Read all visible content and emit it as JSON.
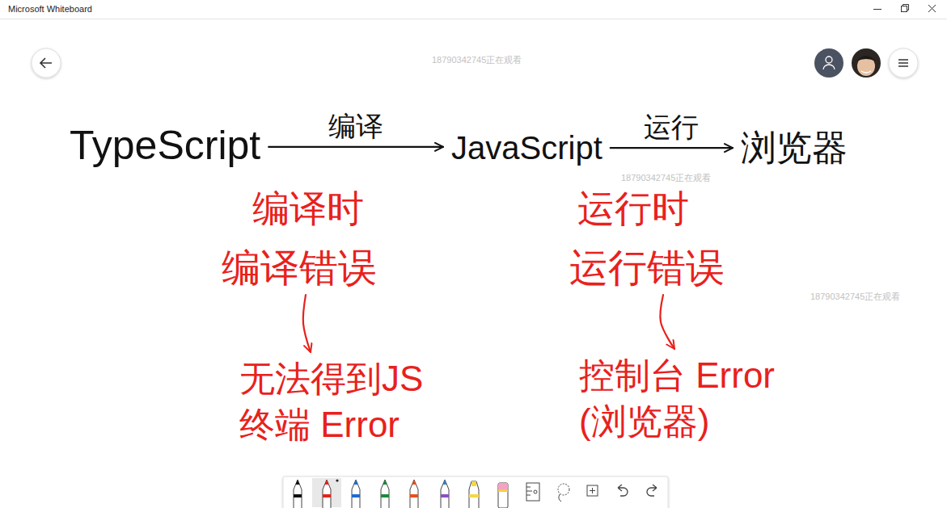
{
  "diagram": {
    "nodes": [
      {
        "text": [
          "TypeScript"
        ]
      },
      {
        "text": [
          "JavaScript"
        ]
      },
      {
        "text": [
          "浏览器"
        ]
      },
      {
        "text": [
          "编译时"
        ]
      },
      {
        "text": [
          "编译错误"
        ]
      },
      {
        "text": [
          "无法得到JS 终端 Error"
        ]
      },
      {
        "text": [
          "运行时"
        ]
      },
      {
        "text": [
          "运行错误"
        ]
      },
      {
        "text": [
          "控制台 Error (浏览器)"
        ]
      }
    ],
    "edges": [
      {
        "from": 0,
        "to": 1,
        "arrow": "to",
        "label": "编译"
      },
      {
        "from": 1,
        "to": 2,
        "arrow": "to",
        "label": "运行"
      },
      {
        "from": 4,
        "to": 5,
        "arrow": "to"
      },
      {
        "from": 7,
        "to": 8,
        "arrow": "to"
      }
    ],
    "labels": [
      "Microsoft Whiteboard",
      "18790342745正在观看",
      "18790342745正在观看",
      "18790342745正在观看"
    ]
  }
}
